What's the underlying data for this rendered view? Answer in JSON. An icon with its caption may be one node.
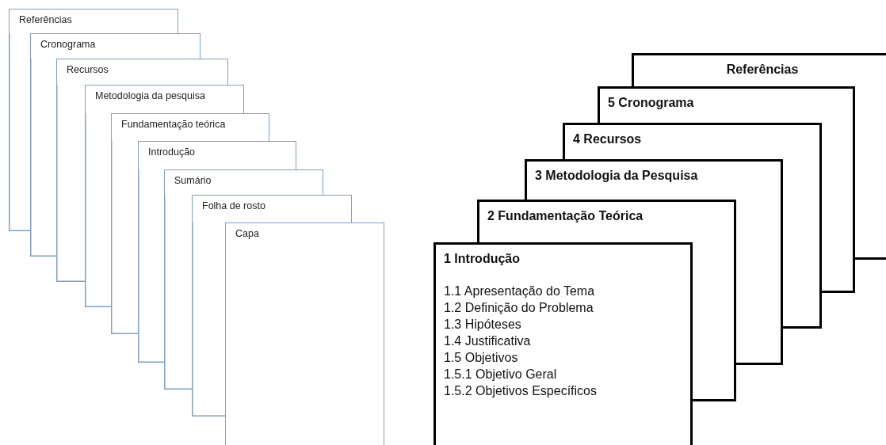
{
  "diagram": {
    "nodes": [
      {
        "text": [
          "Referências"
        ]
      },
      {
        "text": [
          "Cronograma"
        ]
      },
      {
        "text": [
          "Recursos"
        ]
      },
      {
        "text": [
          "Metodologia da pesquisa"
        ]
      },
      {
        "text": [
          "Fundamentação teórica"
        ]
      },
      {
        "text": [
          "Introdução"
        ]
      },
      {
        "text": [
          "Sumário"
        ]
      },
      {
        "text": [
          "Folha de rosto"
        ]
      },
      {
        "text": [
          "Capa"
        ]
      },
      {
        "text": [
          "Referências"
        ]
      },
      {
        "text": [
          "5 Cronograma"
        ]
      },
      {
        "text": [
          "4 Recursos"
        ]
      },
      {
        "text": [
          "3 Metodologia da Pesquisa"
        ]
      },
      {
        "text": [
          "2 Fundamentação Teórica"
        ]
      },
      {
        "text": [
          "1 Introdução",
          "1.1 Apresentação do Tema",
          "1.2 Definição do Problema",
          "1.3 Hipóteses",
          "1.4 Justificativa",
          "1.5 Objetivos",
          "1.5.1 Objetivo Geral",
          "1.5.2 Objetivos Específicos"
        ]
      }
    ],
    "edges": []
  }
}
